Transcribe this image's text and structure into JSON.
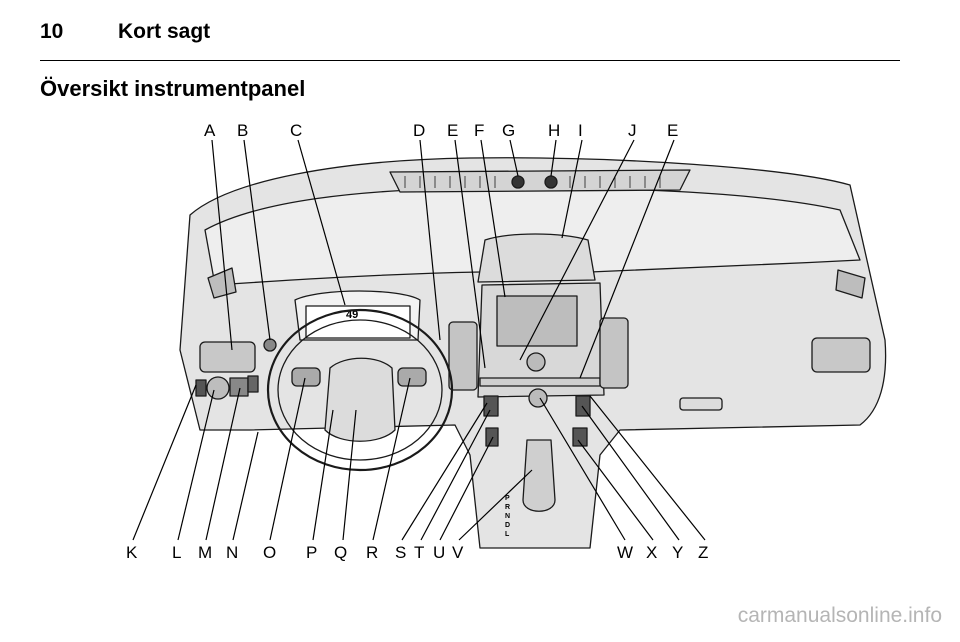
{
  "header": {
    "page_number": "10",
    "running_title": "Kort sagt"
  },
  "section": {
    "heading": "Översikt instrumentpanel"
  },
  "figure": {
    "callouts_top": [
      "A",
      "B",
      "C",
      "D",
      "E",
      "F",
      "G",
      "H",
      "I",
      "J",
      "E"
    ],
    "callouts_bottom": [
      "K",
      "L",
      "M",
      "N",
      "O",
      "P",
      "Q",
      "R",
      "S",
      "T",
      "U",
      "V",
      "W",
      "X",
      "Y",
      "Z"
    ],
    "cluster_speed": "49",
    "gear_letters": [
      "P",
      "R",
      "N",
      "D",
      "L"
    ]
  },
  "watermark": "carmanualsonline.info"
}
